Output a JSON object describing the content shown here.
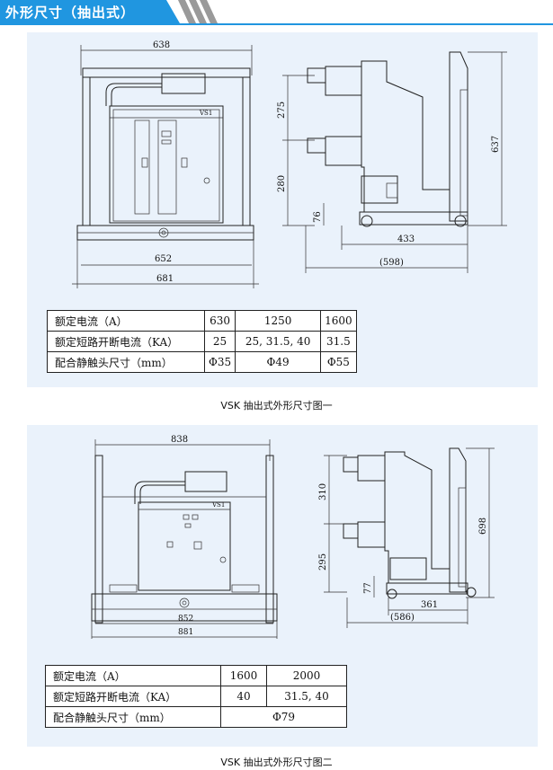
{
  "header": {
    "title": "外形尺寸（抽出式）"
  },
  "figure1": {
    "front_view": {
      "dims": {
        "top_width": "638",
        "inner_width": "652",
        "outer_width": "681"
      },
      "label": "VS1"
    },
    "side_view": {
      "dims": {
        "height": "637",
        "upper_spacing": "275",
        "lower_spacing": "280",
        "bottom": "76",
        "depth": "433",
        "depth_total": "(598)"
      }
    },
    "table": {
      "rows": [
        {
          "label": "额定电流（A）",
          "cells": [
            "630",
            "1250",
            "1600"
          ]
        },
        {
          "label": "额定短路开断电流（KA）",
          "cells": [
            "25",
            "25, 31.5, 40",
            "31.5"
          ]
        },
        {
          "label": "配合静触头尺寸（mm）",
          "cells": [
            "Φ35",
            "Φ49",
            "Φ55"
          ]
        }
      ]
    },
    "caption": "VSK 抽出式外形尺寸图一"
  },
  "figure2": {
    "front_view": {
      "dims": {
        "top_width": "838",
        "inner_width": "852",
        "outer_width": "881"
      },
      "label": "VS1"
    },
    "side_view": {
      "dims": {
        "height": "698",
        "upper_spacing": "310",
        "lower_spacing": "295",
        "bottom": "77",
        "depth": "361",
        "depth_total": "(586)"
      }
    },
    "table": {
      "rows": [
        {
          "label": "额定电流（A）",
          "cells": [
            "1600",
            "2000"
          ]
        },
        {
          "label": "额定短路开断电流（KA）",
          "cells": [
            "40",
            "31.5, 40"
          ]
        },
        {
          "label": "配合静触头尺寸（mm）",
          "cells": [
            "Φ79"
          ]
        }
      ]
    },
    "caption": "VSK 抽出式外形尺寸图二"
  }
}
